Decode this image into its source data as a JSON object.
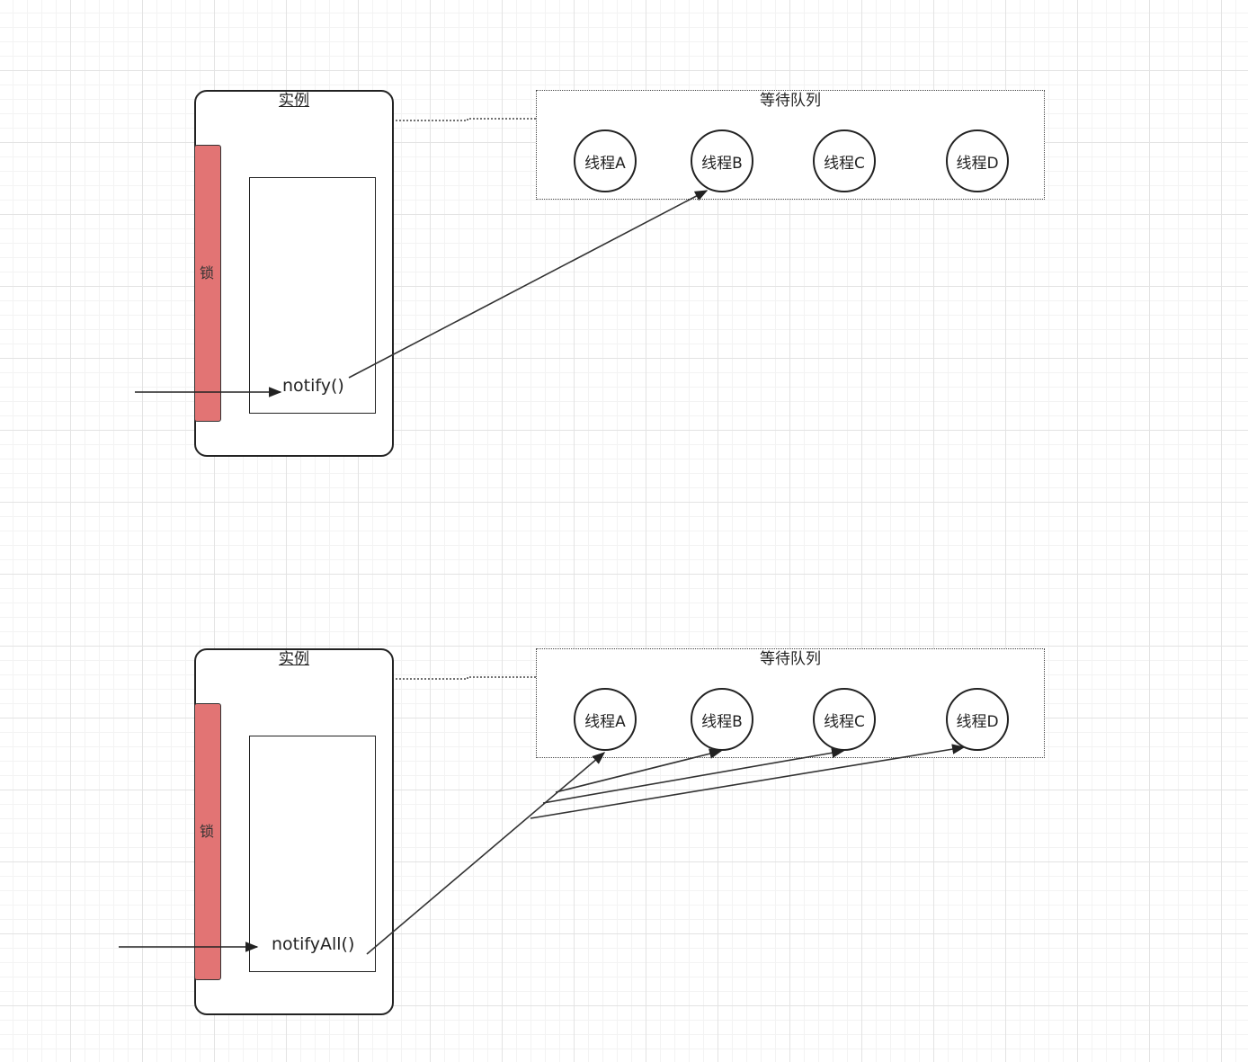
{
  "diagrams": [
    {
      "instance_title": "实例",
      "lock_label": "锁",
      "method_label": "notify()",
      "queue_title": "等待队列",
      "threads": [
        "线程A",
        "线程B",
        "线程C",
        "线程D"
      ],
      "notified_threads": [
        "线程B"
      ]
    },
    {
      "instance_title": "实例",
      "lock_label": "锁",
      "method_label": "notifyAll()",
      "queue_title": "等待队列",
      "threads": [
        "线程A",
        "线程B",
        "线程C",
        "线程D"
      ],
      "notified_threads": [
        "线程A",
        "线程B",
        "线程C",
        "线程D"
      ]
    }
  ],
  "colors": {
    "lock": "#e27474",
    "stroke": "#222222",
    "grid": "#e3e3e3"
  }
}
